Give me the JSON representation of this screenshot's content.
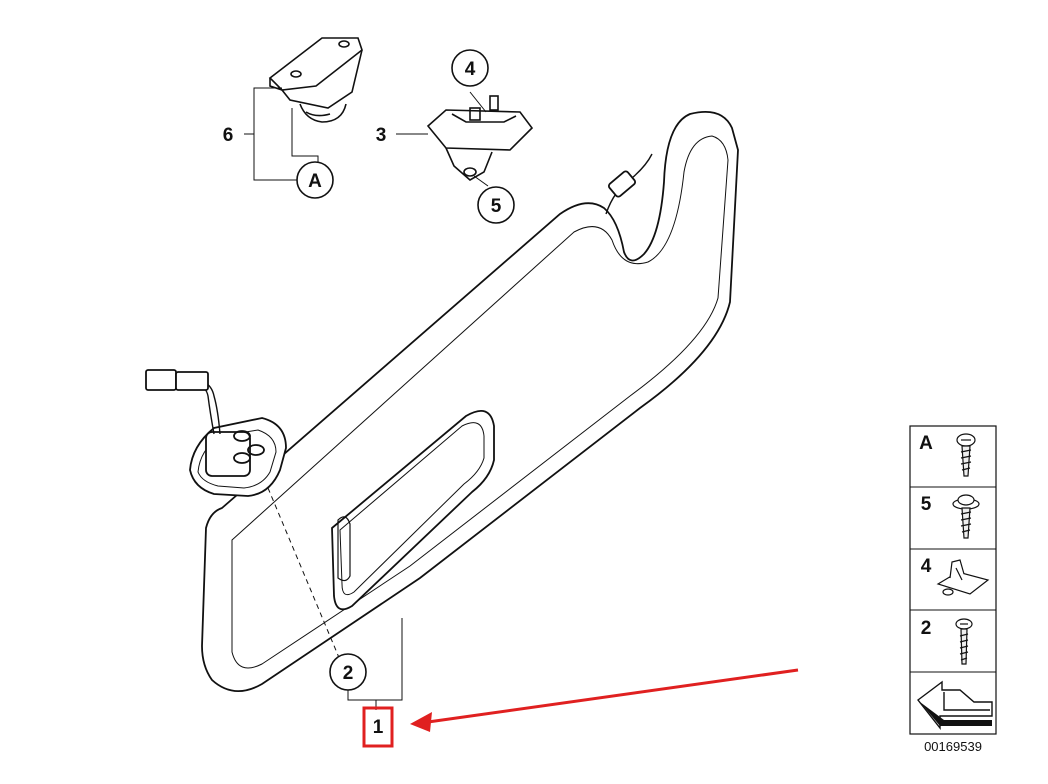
{
  "diagram": {
    "callouts": {
      "c1": "1",
      "c2": "2",
      "c3": "3",
      "c4": "4",
      "c5": "5",
      "c6": "6",
      "cA": "A"
    },
    "legend": {
      "items": [
        {
          "key": "A",
          "icon": "screw-icon"
        },
        {
          "key": "5",
          "icon": "screw-with-washer-icon"
        },
        {
          "key": "4",
          "icon": "clip-nut-icon"
        },
        {
          "key": "2",
          "icon": "screw-icon"
        }
      ],
      "arrow_icon": "direction-arrow-icon"
    },
    "diagram_number": "00169539",
    "highlight_color": "#e02020",
    "line_color": "#111111"
  }
}
